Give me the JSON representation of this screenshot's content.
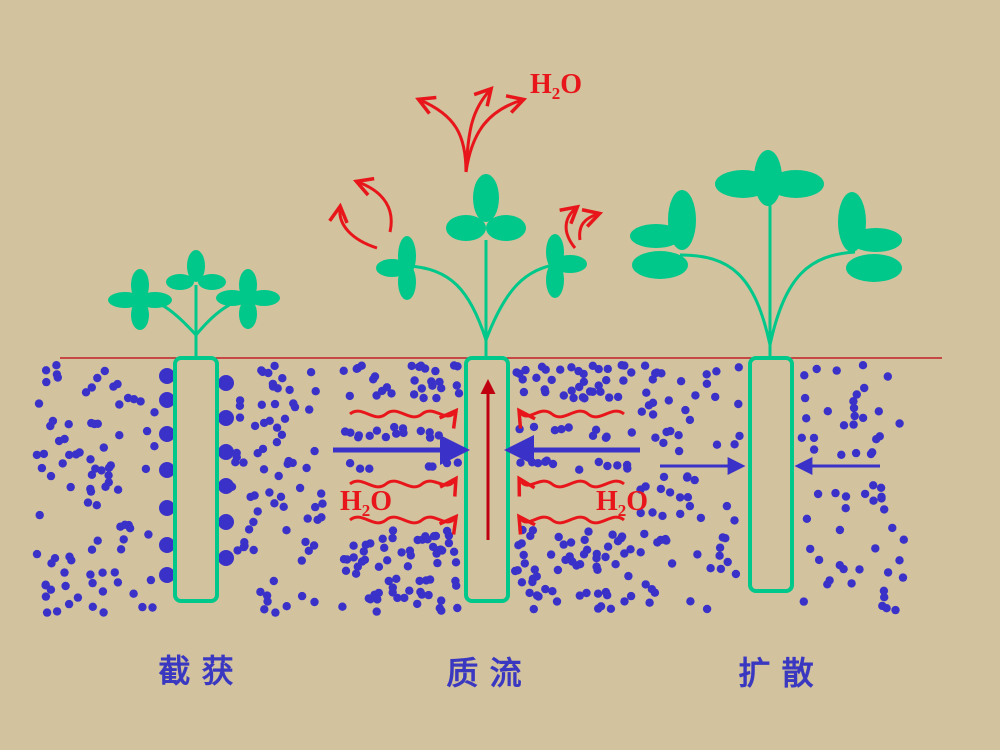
{
  "labels": {
    "interception": "截 获",
    "mass_flow": "质 流",
    "diffusion": "扩 散",
    "water_main": "H",
    "water_main_sub": "2",
    "water_main_end": "O",
    "water_left": "H",
    "water_left_sub": "2",
    "water_left_end": "O",
    "water_right": "H",
    "water_right_sub": "2",
    "water_right_end": "O"
  },
  "colors": {
    "background": "#d2c29e",
    "plant": "#00c88a",
    "root_outline": "#00c88a",
    "nutrient_dot": "#3a32c8",
    "water_arrow": "#e8161a",
    "mass_flow_up_arrow": "#c00010",
    "soil_line": "#c00010",
    "caption": "#3a38c0"
  }
}
